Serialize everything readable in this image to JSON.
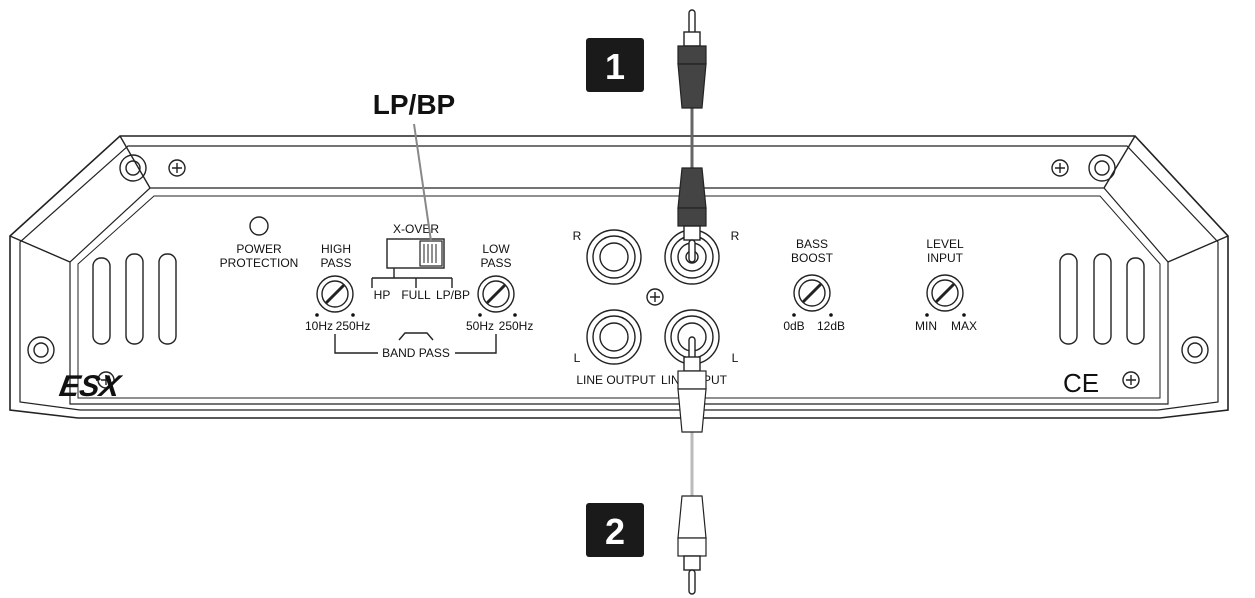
{
  "callout": {
    "label": "LP/BP"
  },
  "badges": {
    "one": "1",
    "two": "2"
  },
  "panel": {
    "power": {
      "line1": "POWER",
      "line2": "PROTECTION"
    },
    "high_pass": {
      "line1": "HIGH",
      "line2": "PASS",
      "min": "10Hz",
      "max": "250Hz"
    },
    "xover": {
      "title": "X-OVER",
      "hp": "HP",
      "full": "FULL",
      "lpbp": "LP/BP"
    },
    "low_pass": {
      "line1": "LOW",
      "line2": "PASS",
      "min": "50Hz",
      "max": "250Hz"
    },
    "band_pass": "BAND PASS",
    "line_output": {
      "r": "R",
      "l": "L",
      "label": "LINE OUTPUT"
    },
    "line_input": {
      "r": "R",
      "l": "L",
      "label": "LINE INPUT"
    },
    "bass_boost": {
      "line1": "BASS",
      "line2": "BOOST",
      "min": "0dB",
      "max": "12dB"
    },
    "level_input": {
      "line1": "LEVEL",
      "line2": "INPUT",
      "min": "MIN",
      "max": "MAX"
    },
    "logo": "ESX",
    "ce_mark": "CE"
  }
}
